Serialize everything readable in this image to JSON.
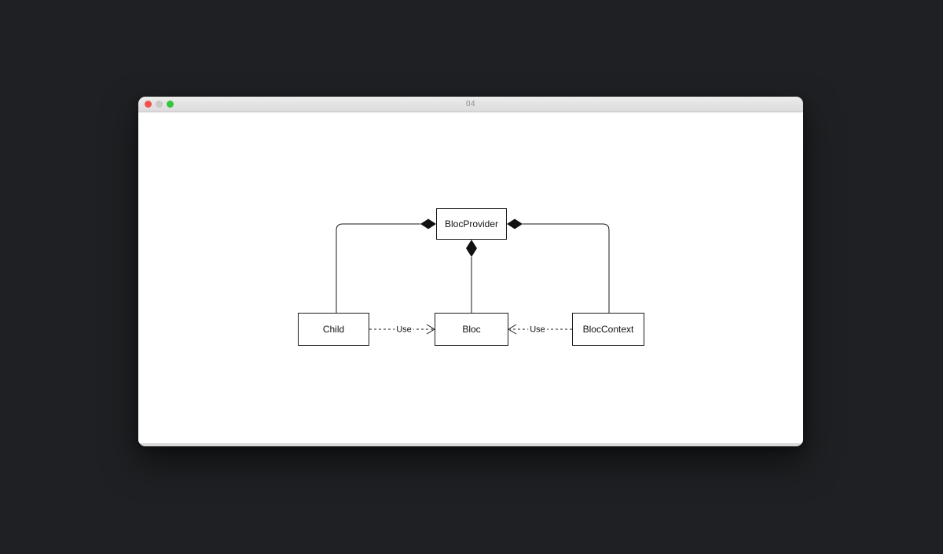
{
  "window": {
    "title": "04"
  },
  "colors": {
    "background": "#1e2023",
    "titlebar_top": "#ececec",
    "titlebar_bottom": "#dddbdd",
    "traffic_red": "#f2544d",
    "traffic_gray": "#c9c9c9",
    "traffic_green": "#32c63c",
    "diagram_line": "#1a1a1a",
    "canvas": "#ffffff"
  },
  "diagram": {
    "nodes": [
      {
        "id": "blocprovider",
        "label": "BlocProvider"
      },
      {
        "id": "child",
        "label": "Child"
      },
      {
        "id": "bloc",
        "label": "Bloc"
      },
      {
        "id": "bloccontext",
        "label": "BlocContext"
      }
    ],
    "edges": [
      {
        "from": "BlocProvider",
        "to": "Child",
        "type": "composition"
      },
      {
        "from": "BlocProvider",
        "to": "Bloc",
        "type": "composition"
      },
      {
        "from": "BlocProvider",
        "to": "BlocContext",
        "type": "composition"
      },
      {
        "from": "Child",
        "to": "Bloc",
        "type": "dependency",
        "label": "Use"
      },
      {
        "from": "BlocContext",
        "to": "Bloc",
        "type": "dependency",
        "label": "Use"
      }
    ]
  }
}
